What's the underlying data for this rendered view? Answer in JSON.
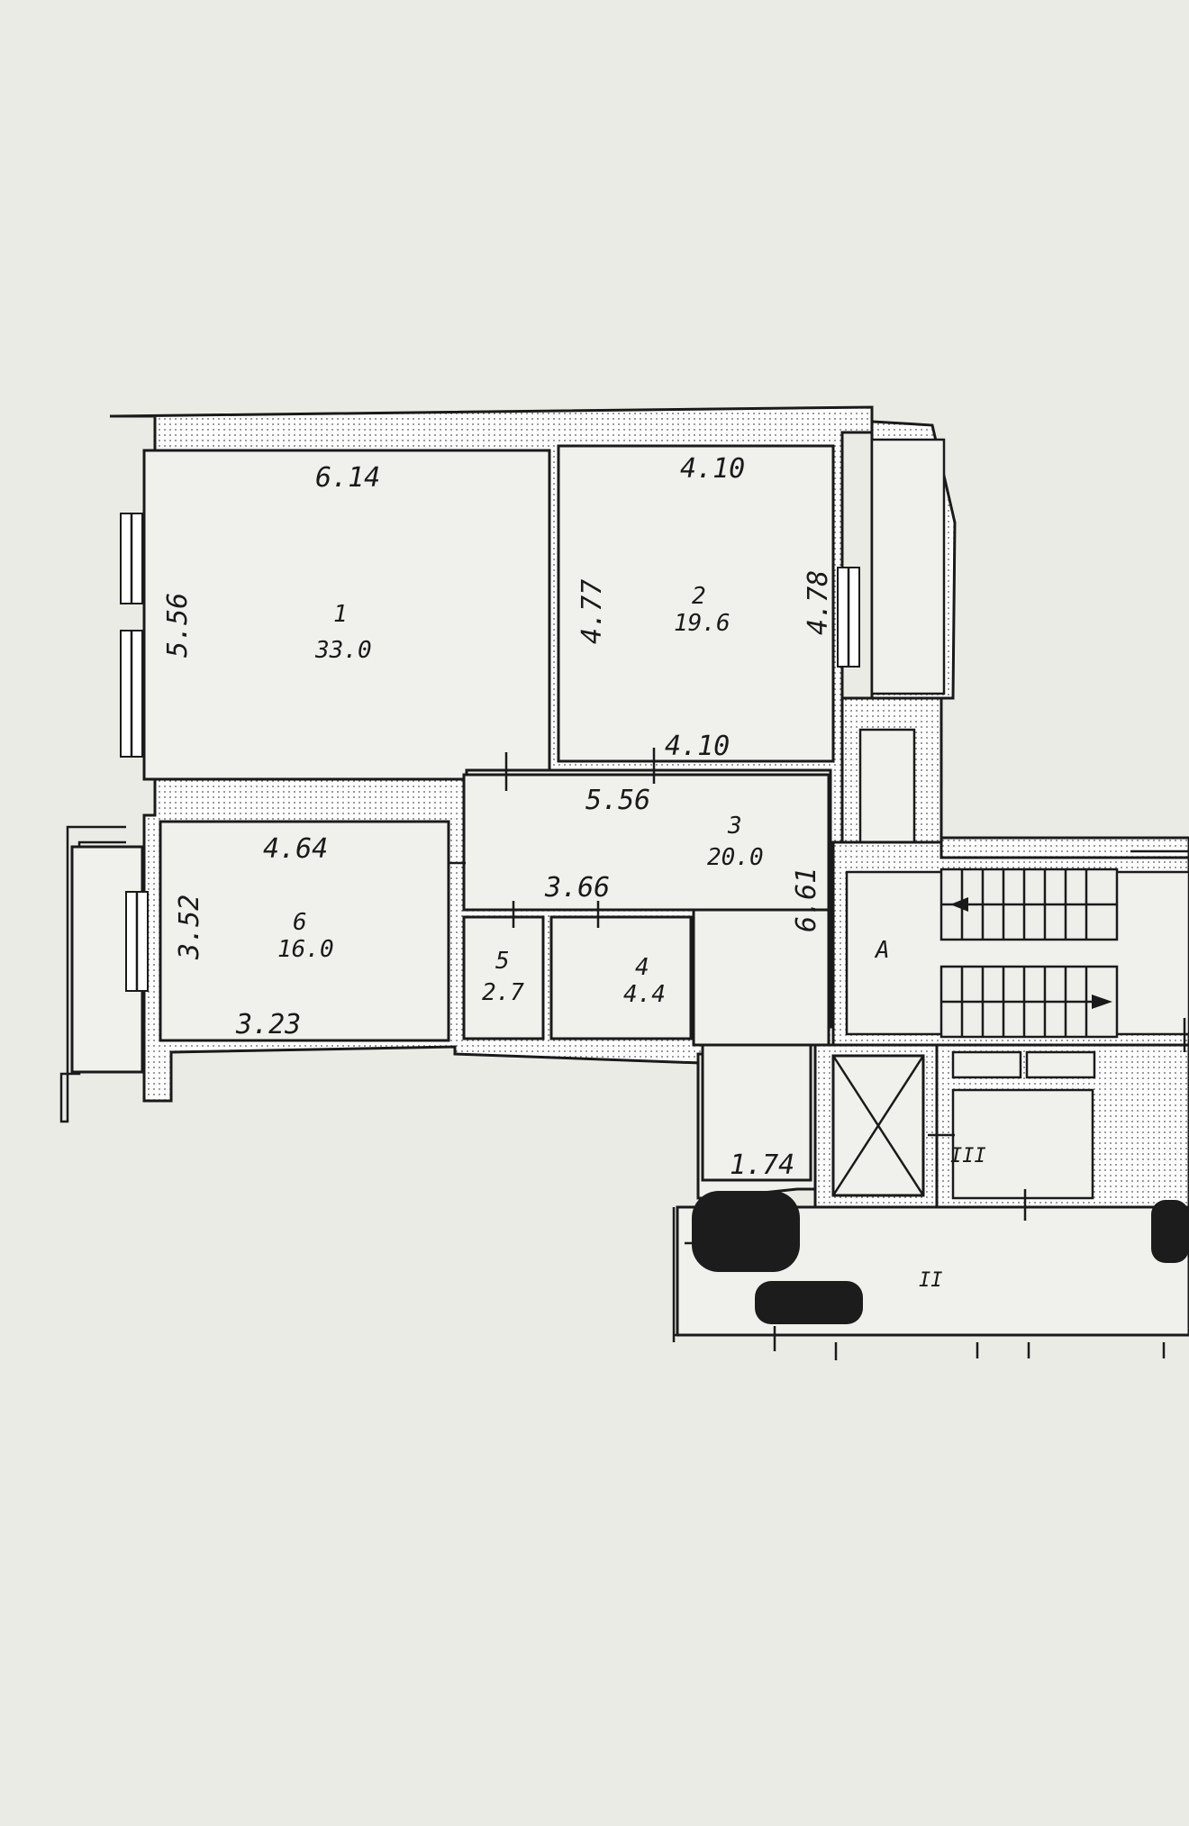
{
  "rooms": [
    {
      "number": "1",
      "area": "33.0"
    },
    {
      "number": "2",
      "area": "19.6"
    },
    {
      "number": "3",
      "area": "20.0"
    },
    {
      "number": "4",
      "area": "4.4"
    },
    {
      "number": "5",
      "area": "2.7"
    },
    {
      "number": "6",
      "area": "16.0"
    }
  ],
  "dimensions": {
    "room1_width": "6.14",
    "room1_height": "5.56",
    "room2_width_top": "4.10",
    "room2_height_left": "4.77",
    "room2_height_right": "4.78",
    "room2_width_bottom": "4.10",
    "hall_width": "5.56",
    "hall_height": "6.61",
    "room6_width": "4.64",
    "room6_height": "3.52",
    "room6_bottom": "3.23",
    "wc_width": "3.66",
    "corridor_width": "1.74"
  },
  "labels": {
    "stair_label": "А",
    "elevator_label": "III",
    "landing_label": "II"
  }
}
